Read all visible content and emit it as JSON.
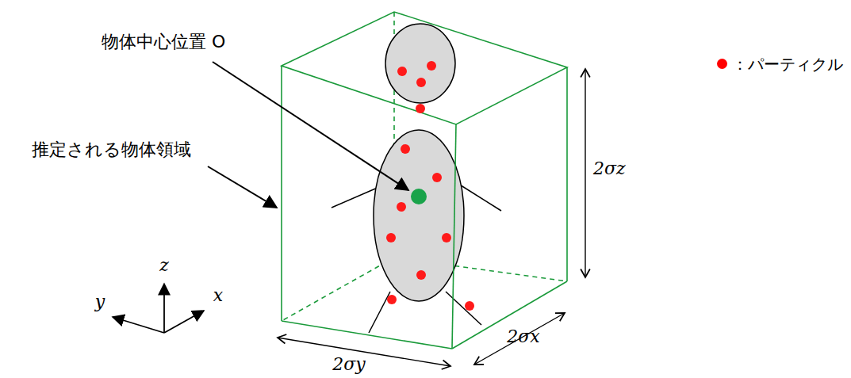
{
  "diagram": {
    "labels": [
      "物体中心位置 O",
      "推定される物体領域",
      "2σz",
      "2σy",
      "2σx",
      "z",
      "y",
      "x"
    ],
    "legend": [
      {
        "text": "：パーティクル",
        "color": "#ff0000"
      }
    ]
  }
}
